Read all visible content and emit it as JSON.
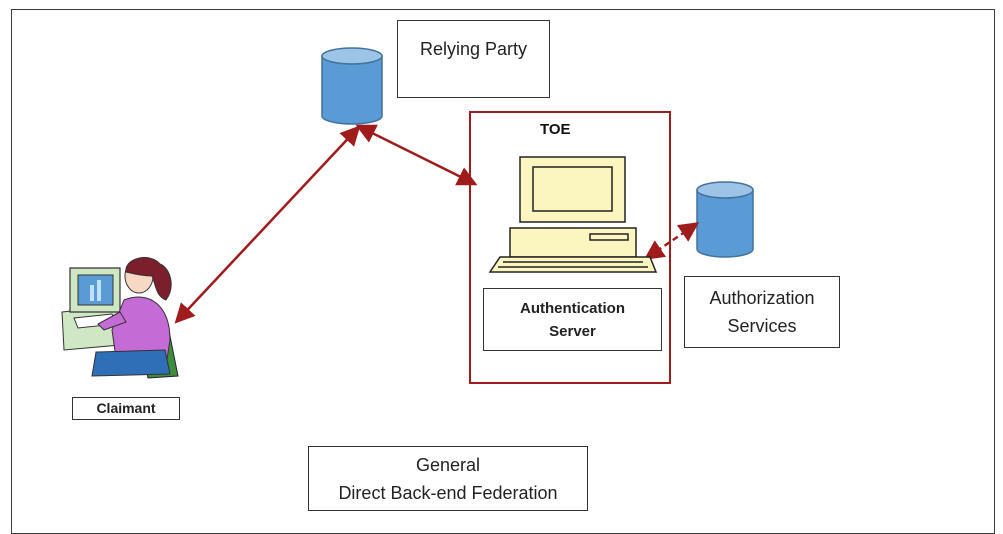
{
  "labels": {
    "relying_party": "Relying Party",
    "toe": "TOE",
    "authentication_server": "Authentication\nServer",
    "authorization_services": "Authorization\nServices",
    "claimant": "Claimant",
    "general": "General\nDirect Back-end Federation"
  },
  "colors": {
    "arrow": "#a01b1b",
    "database_fill": "#5b9bd5",
    "database_top": "#9dc3e6",
    "monitor_fill": "#fbf5c0"
  },
  "icons": [
    "database-icon",
    "computer-icon",
    "user-at-computer-icon"
  ]
}
